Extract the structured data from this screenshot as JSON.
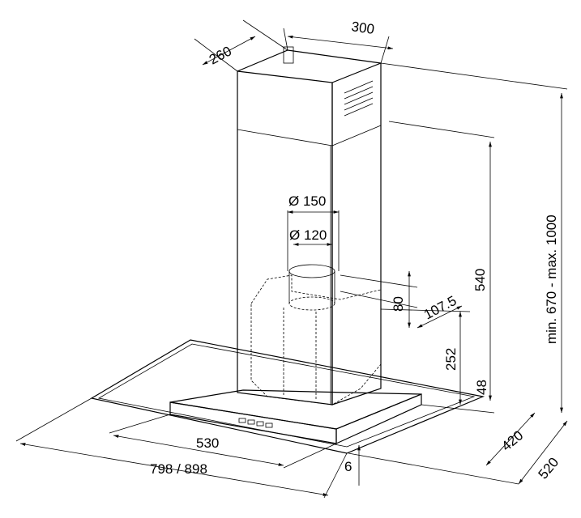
{
  "drawing": {
    "title": "Chimney hood with glass canopy - dimensions",
    "dimensions": {
      "chimney_depth": "260",
      "chimney_width": "300",
      "duct_outer_diameter": "Ø 150",
      "duct_inner_diameter": "Ø 120",
      "chimney_lower_height": "540",
      "outlet_height": "80",
      "outlet_offset": "107.5",
      "motor_height": "252",
      "body_height": "48",
      "total_height": "min. 670 - max. 1000",
      "hood_depth": "420",
      "glass_depth": "520",
      "body_width": "530",
      "glass_width": "798 / 898",
      "glass_thickness": "6"
    }
  }
}
